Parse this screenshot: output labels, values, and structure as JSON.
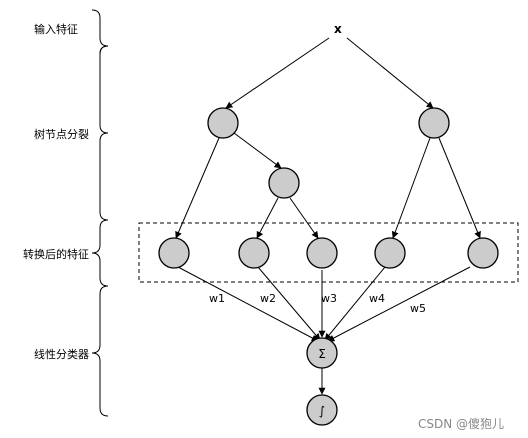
{
  "labels": {
    "input_features": "输入特征",
    "tree_split": "树节点分裂",
    "transformed_features": "转换后的特征",
    "linear_classifier": "线性分类器"
  },
  "input_node": "x",
  "sum_symbol": "Σ",
  "activation_symbol": "∫",
  "weights": [
    "w1",
    "w2",
    "w3",
    "w4",
    "w5"
  ],
  "watermark": "CSDN @傻狍儿"
}
